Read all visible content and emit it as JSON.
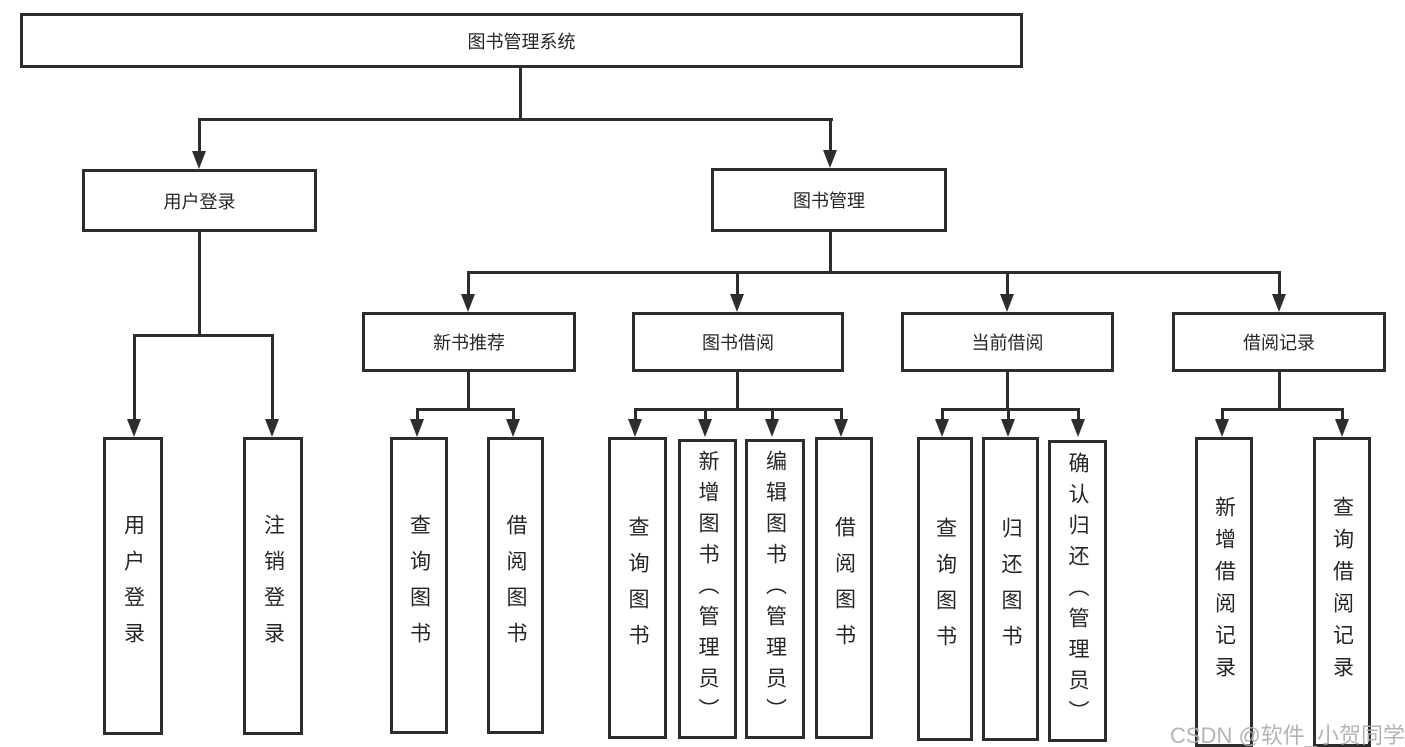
{
  "tree": {
    "root": "图书管理系统",
    "login": {
      "label": "用户登录",
      "children": [
        "用户登录",
        "注销登录"
      ]
    },
    "management": {
      "label": "图书管理",
      "sections": {
        "recommend": {
          "label": "新书推荐",
          "children": [
            "查询图书",
            "借阅图书"
          ]
        },
        "borrow": {
          "label": "图书借阅",
          "children": [
            "查询图书",
            "新增图书（管理员）",
            "编辑图书（管理员）",
            "借阅图书"
          ]
        },
        "current": {
          "label": "当前借阅",
          "children": [
            "查询图书",
            "归还图书",
            "确认归还（管理员）"
          ]
        },
        "records": {
          "label": "借阅记录",
          "children": [
            "新增借阅记录",
            "查询借阅记录"
          ]
        }
      }
    }
  },
  "watermark": "CSDN @软件_小贺同学"
}
